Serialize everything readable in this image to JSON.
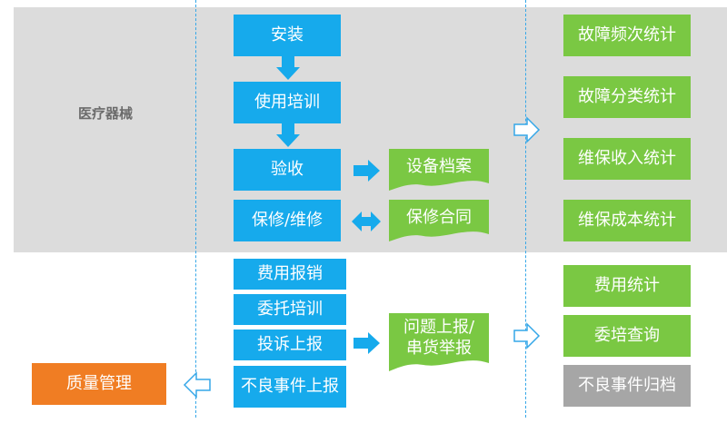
{
  "colors": {
    "blue": "#16aaec",
    "green": "#7ac843",
    "gray": "#a6a6a6",
    "orange": "#f07d23",
    "band": "#dcdcdc",
    "dashed_line": "#35a7e8"
  },
  "section_label": "医疗器械",
  "flow_steps": [
    "安装",
    "使用培训",
    "验收",
    "保修/维修"
  ],
  "upper_docs": [
    "设备档案",
    "保修合同"
  ],
  "upper_stats": [
    "故障频次统计",
    "故障分类统计",
    "维保收入统计",
    "维保成本统计"
  ],
  "lower_steps": [
    "费用报销",
    "委托培训",
    "投诉上报",
    "不良事件上报"
  ],
  "lower_doc_lines": [
    "问题上报/",
    "串货举报"
  ],
  "lower_outputs": [
    "费用统计",
    "委培查询",
    "不良事件归档"
  ],
  "quality": "质量管理"
}
